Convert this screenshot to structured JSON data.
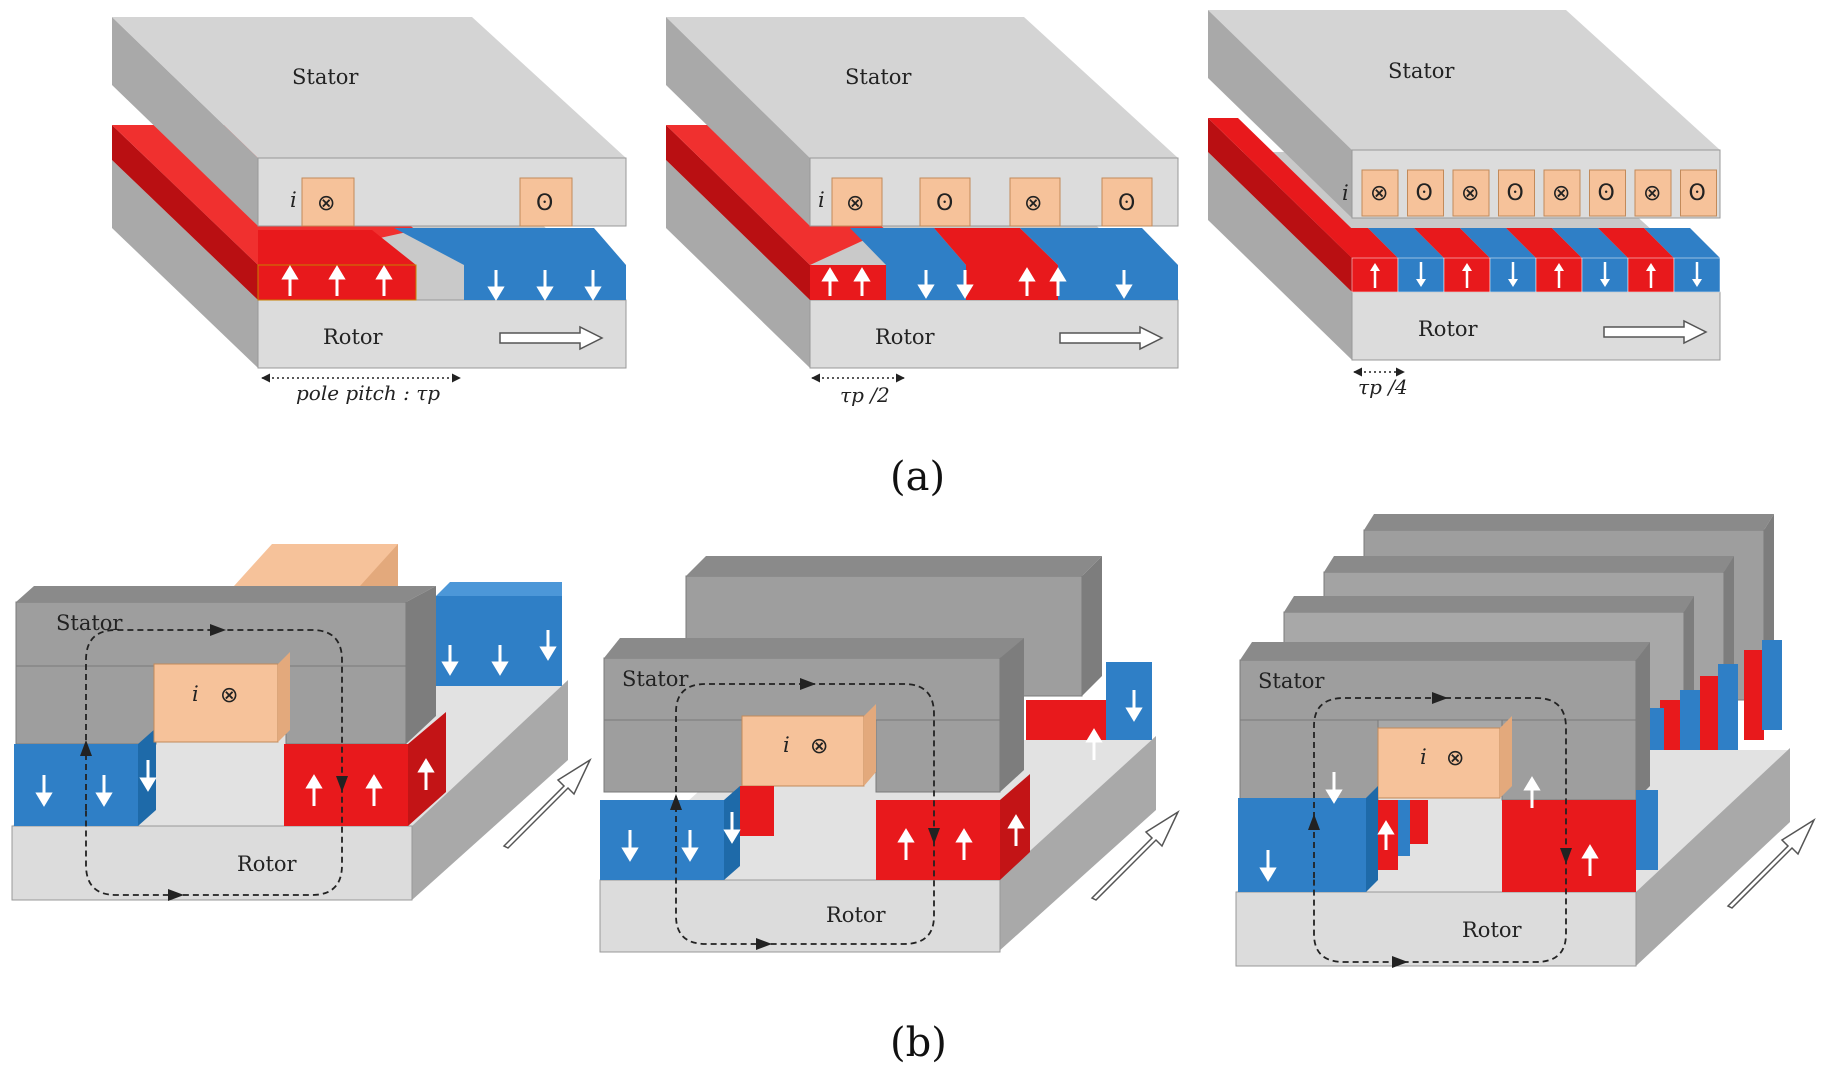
{
  "labels": {
    "stator": "Stator",
    "rotor": "Rotor",
    "current": "i",
    "into_symbol": "⊗",
    "out_symbol": "ʘ",
    "caption_a": "(a)",
    "caption_b": "(b)",
    "pitch_full": "pole pitch : τp",
    "pitch_half": "τp /2",
    "pitch_quarter": "τp /4"
  },
  "colors": {
    "stator_face": "#dcdcdc",
    "stator_top": "#c9c9c9",
    "stator_side": "#a9a9a9",
    "magnet_north": "#e8191c",
    "magnet_south": "#2f7fc6",
    "coil": "#f6c29a",
    "iron_dark": "#8f8f8f"
  }
}
